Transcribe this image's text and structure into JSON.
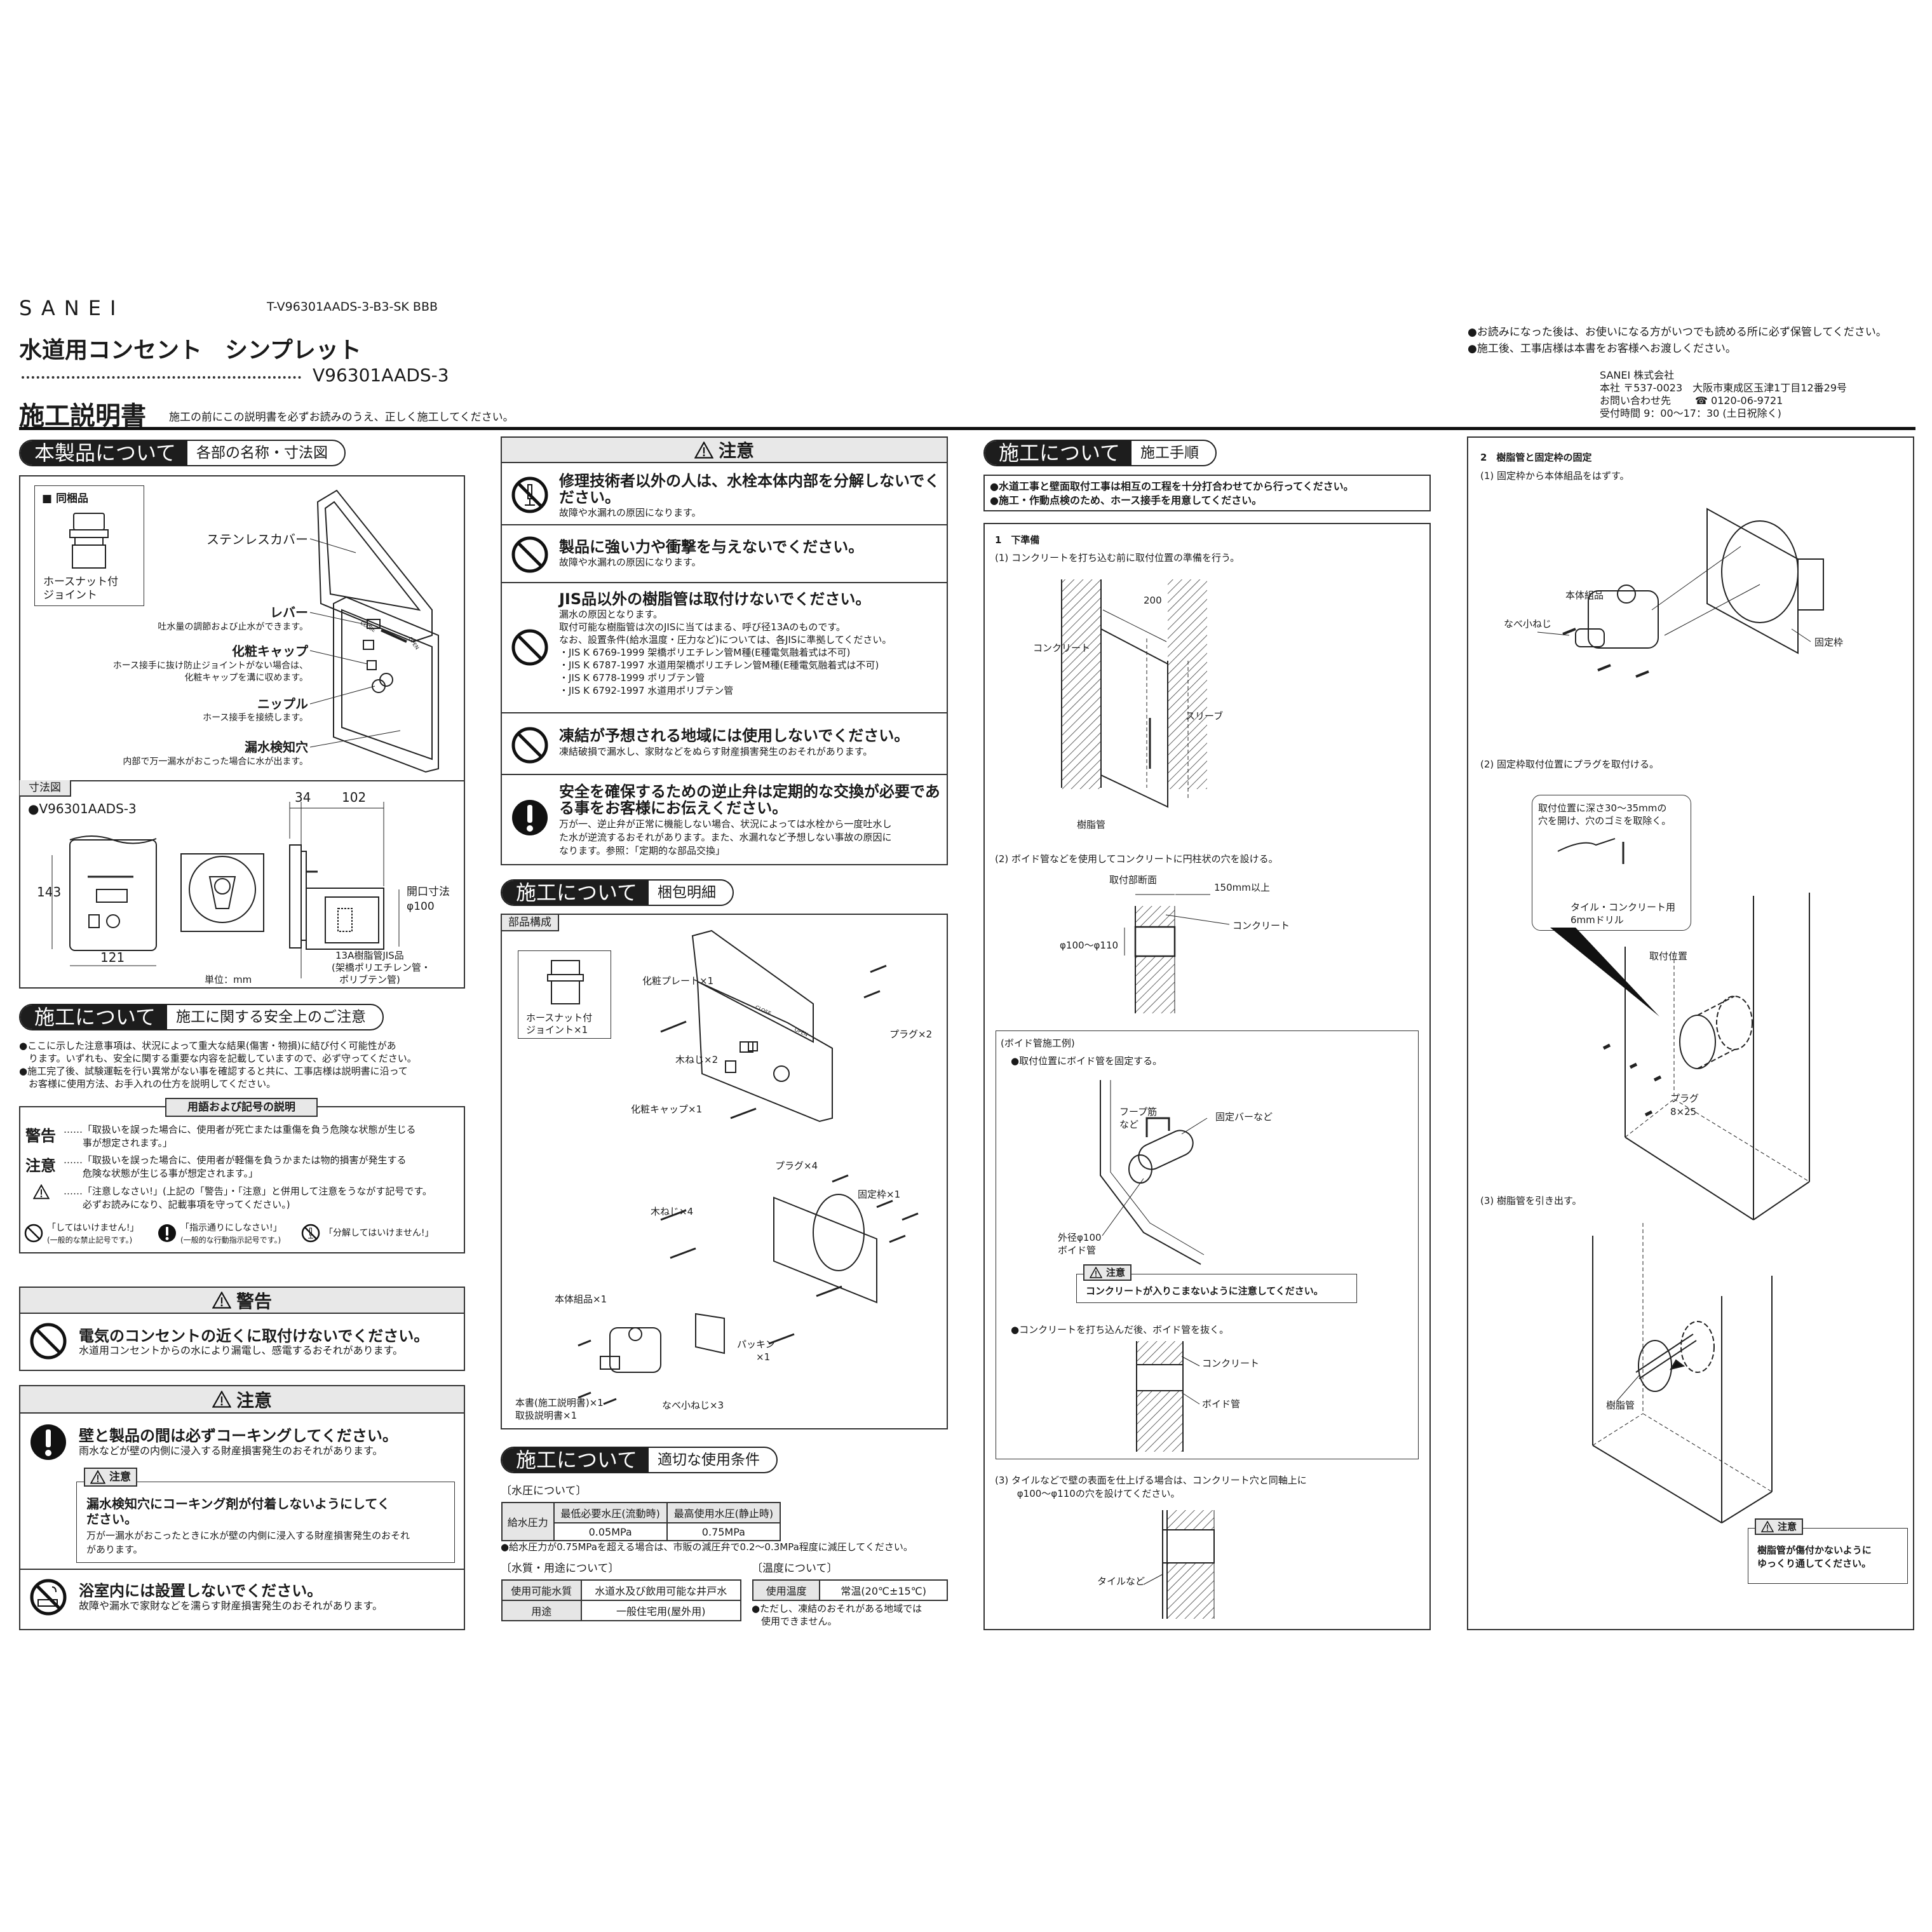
{
  "header": {
    "logo": "SANEI",
    "doc_code": "T-V96301AADS-3-B3-SK BBB",
    "product_title": "水道用コンセント　シンプレット",
    "model": "V96301AADS-3",
    "doc_title": "施工説明書",
    "doc_subtitle": "施工の前にこの説明書を必ずお読みのうえ、正しく施工してください。",
    "notices": [
      "●お読みになった後は、お使いになる方がいつでも読める所に必ず保管してください。",
      "●施工後、工事店様は本書をお客様へお渡しください。"
    ],
    "company": {
      "name": "SANEI 株式会社",
      "address": "本社 〒537-0023　大阪市東成区玉津1丁目12番29号",
      "contact_label": "お問い合わせ先",
      "phone": "☎ 0120-06-9721",
      "hours": "受付時間 9：00～17：30 (土日祝除く)"
    }
  },
  "product": {
    "pill_main": "本製品について",
    "pill_sub": "各部の名称・寸法図",
    "included_label": "■ 同梱品",
    "included_item": [
      "ホースナット付",
      "ジョイント"
    ],
    "parts": [
      {
        "name": "ステンレスカバー",
        "desc": []
      },
      {
        "name": "レバー",
        "desc": [
          "吐水量の調節および止水ができます。"
        ]
      },
      {
        "name": "化粧キャップ",
        "desc": [
          "ホース接手に抜け防止ジョイントがない場合は、",
          "化粧キャップを溝に収めます。"
        ]
      },
      {
        "name": "ニップル",
        "desc": [
          "ホース接手を接続します。"
        ]
      },
      {
        "name": "漏水検知穴",
        "desc": [
          "内部で万一漏水がおこった場合に水が出ます。"
        ]
      }
    ],
    "diagram_labels": {
      "close": "CLOSE",
      "open": "OPEN"
    },
    "dims": {
      "tab": "寸法図",
      "model": "●V96301AADS-3",
      "height": "143",
      "width": "121",
      "depth_front": "34",
      "depth_back": "102",
      "opening": [
        "開口寸法",
        "φ100"
      ],
      "pipe": [
        "13A樹脂管JIS品",
        "(架橋ポリエチレン管・",
        "ポリブテン管)"
      ],
      "unit": "単位：mm"
    }
  },
  "safety": {
    "pill_main": "施工について",
    "pill_sub": "施工に関する安全上のご注意",
    "bullets": [
      "●ここに示した注意事項は、状況によって重大な結果(傷害・物損)に結び付く可能性があ",
      "　ります。いずれも、安全に関する重要な内容を記載していますので、必ず守ってください。",
      "●施工完了後、試験運転を行い異常がない事を確認すると共に、工事店様は説明書に沿って",
      "　お客様に使用方法、お手入れの仕方を説明してください。"
    ],
    "terms": {
      "title": "用語および記号の説明",
      "warning_term": "警告",
      "warning_def": [
        "……「取扱いを誤った場合に、使用者が死亡または重傷を負う危険な状態が生じる",
        "　　事が想定されます。」"
      ],
      "caution_term": "注意",
      "caution_def": [
        "……「取扱いを誤った場合に、使用者が軽傷を負うかまたは物的損害が発生する",
        "　　危険な状態が生じる事が想定されます。」"
      ],
      "symbol_def": [
        "……「注意しなさい!」(上記の「警告」・「注意」と併用して注意をうながす記号です。",
        "　　必ずお読みになり、記載事項を守ってください。)"
      ],
      "symbols": [
        {
          "label": "「してはいけません!」",
          "sub": "(一般的な禁止記号です。)"
        },
        {
          "label": "「指示通りにしなさい!」",
          "sub": "(一般的な行動指示記号です。)"
        },
        {
          "label": "「分解してはいけません!」",
          "sub": ""
        }
      ]
    },
    "warning_box": {
      "title": "警告",
      "items": [
        {
          "title": "電気のコンセントの近くに取付けないでください。",
          "desc": "水道用コンセントからの水により漏電し、感電するおそれがあります。"
        }
      ]
    },
    "caution_box": {
      "title": "注意",
      "items": [
        {
          "title": "壁と製品の間は必ずコーキングしてください。",
          "desc": "雨水などが壁の内側に浸入する財産損害発生のおそれがあります。"
        },
        {
          "title": "浴室内には設置しないでください。",
          "desc": "故障や漏水で家財などを濡らす財産損害発生のおそれがあります。"
        }
      ],
      "sub_caution": {
        "tag": "注意",
        "title": [
          "漏水検知穴にコーキング剤が付着しないようにしてく",
          "ださい。"
        ],
        "desc": [
          "万が一漏水がおこったときに水が壁の内側に浸入する財産損害発生のおそれ",
          "があります。"
        ]
      }
    }
  },
  "col2": {
    "caution": {
      "title": "注意",
      "items": [
        {
          "title": [
            "修理技術者以外の人は、水栓本体内部を分解しないでく",
            "ださい。"
          ],
          "desc": [
            "故障や水漏れの原因になります。"
          ]
        },
        {
          "title": [
            "製品に強い力や衝撃を与えないでください。"
          ],
          "desc": [
            "故障や水漏れの原因になります。"
          ]
        },
        {
          "title": [
            "JIS品以外の樹脂管は取付けないでください。"
          ],
          "desc": [
            "漏水の原因となります。",
            "取付可能な樹脂管は次のJISに当てはまる、呼び径13Aのものです。",
            "なお、設置条件(給水温度・圧力など)については、各JISに準拠してください。",
            "・JIS K 6769-1999 架橋ポリエチレン管M種(E種電気融着式は不可)",
            "・JIS K 6787-1997 水道用架橋ポリエチレン管M種(E種電気融着式は不可)",
            "・JIS K 6778-1999 ポリブテン管",
            "・JIS K 6792-1997 水道用ポリブテン管"
          ]
        },
        {
          "title": [
            "凍結が予想される地域には使用しないでください。"
          ],
          "desc": [
            "凍結破損で漏水し、家財などをぬらす財産損害発生のおそれがあります。"
          ]
        },
        {
          "title": [
            "安全を確保するための逆止弁は定期的な交換が必要であ",
            "る事をお客様にお伝えください。"
          ],
          "desc": [
            "万が一、逆止弁が正常に機能しない場合、状況によっては水栓から一度吐水し",
            "た水が逆流するおそれがあります。また、水漏れなど予想しない事故の原因に",
            "なります。参照：「定期的な部品交換」"
          ]
        }
      ]
    },
    "packing": {
      "pill_main": "施工について",
      "pill_sub": "梱包明細",
      "tab": "部品構成",
      "included": [
        "ホースナット付",
        "ジョイント×1"
      ],
      "labels": {
        "plate": "化粧プレート×1",
        "plug2": "プラグ×2",
        "wood2": "木ねじ×2",
        "cap": "化粧キャップ×1",
        "plug4": "プラグ×4",
        "frame": "固定枠×1",
        "wood4": "木ねじ×4",
        "body": "本体組品×1",
        "packing": [
          "パッキン",
          "×1"
        ],
        "manual": [
          "本書(施工説明書)×1",
          "取扱説明書×1"
        ],
        "pan_screw": "なべ小ねじ×3",
        "close": "CLOSE",
        "open": "OPEN"
      }
    },
    "conditions": {
      "pill_main": "施工について",
      "pill_sub": "適切な使用条件",
      "pressure_label": "〔水圧について〕",
      "pressure_table": {
        "row_header": "給水圧力",
        "headers": [
          "最低必要水圧(流動時)",
          "最高使用水圧(静止時)"
        ],
        "values": [
          "0.05MPa",
          "0.75MPa"
        ]
      },
      "pressure_note": "●給水圧力が0.75MPaを超える場合は、市販の減圧弁で0.2～0.3MPa程度に減圧してください。",
      "quality_label": "〔水質・用途について〕",
      "quality_table": [
        [
          "使用可能水質",
          "水道水及び飲用可能な井戸水"
        ],
        [
          "用途",
          "一般住宅用(屋外用)"
        ]
      ],
      "temp_label": "〔温度について〕",
      "temp_table": [
        "使用温度",
        "常温(20℃±15℃)"
      ],
      "temp_note": [
        "●ただし、凍結のおそれがある地域では",
        "　使用できません。"
      ]
    }
  },
  "col3": {
    "pill_main": "施工について",
    "pill_sub": "施工手順",
    "notes": [
      "●水道工事と壁面取付工事は相互の工程を十分打合わせてから行ってください。",
      "●施工・作動点検のため、ホース接手を用意してください。"
    ],
    "step1_title": "1　下準備",
    "step1_1": "(1)  コンクリートを打ち込む前に取付位置の準備を行う。",
    "fig1": {
      "concrete": "コンクリート",
      "dim": "200",
      "sleeve": "スリーブ",
      "pipe": "樹脂管"
    },
    "step1_2": "(2)  ボイド管などを使用してコンクリートに円柱状の穴を設ける。",
    "fig2": {
      "title": "取付部断面",
      "min": "150mm以上",
      "concrete": "コンクリート",
      "dia": "φ100～φ110"
    },
    "void": {
      "title": "(ボイド管施工例)",
      "bullet1": "●取付位置にボイド管を固定する。",
      "hoop": [
        "フープ筋",
        "など"
      ],
      "bar": "固定バーなど",
      "void_pipe": [
        "外径φ100",
        "ボイド管"
      ],
      "caution_tag": "注意",
      "caution_text": "コンクリートが入りこまないように注意してください。",
      "bullet2": "●コンクリートを打ち込んだ後、ボイド管を抜く。",
      "concrete": "コンクリート",
      "void_label": "ボイド管"
    },
    "step1_3": [
      "(3)  タイルなどで壁の表面を仕上げる場合は、コンクリート穴と同軸上に",
      "　　 φ100～φ110の穴を設けてください。"
    ],
    "tile": "タイルなど"
  },
  "col4": {
    "step2_title": "2　樹脂管と固定枠の固定",
    "step2_1": "(1)  固定枠から本体組品をはずす。",
    "fig1": {
      "body": "本体組品",
      "screw": "なべ小ねじ",
      "frame": "固定枠"
    },
    "step2_2": "(2)  固定枠取付位置にプラグを取付ける。",
    "bubble": [
      "取付位置に深さ30～35mmの",
      "穴を開け、穴のゴミを取除く。"
    ],
    "drill": [
      "タイル・コンクリート用",
      "6mmドリル"
    ],
    "mount_pos": "取付位置",
    "plug": [
      "プラグ",
      "8×25"
    ],
    "step2_3": "(3)  樹脂管を引き出す。",
    "pipe": "樹脂管",
    "caution_tag": "注意",
    "caution_text": [
      "樹脂管が傷付かないように",
      "ゆっくり通してください。"
    ]
  }
}
